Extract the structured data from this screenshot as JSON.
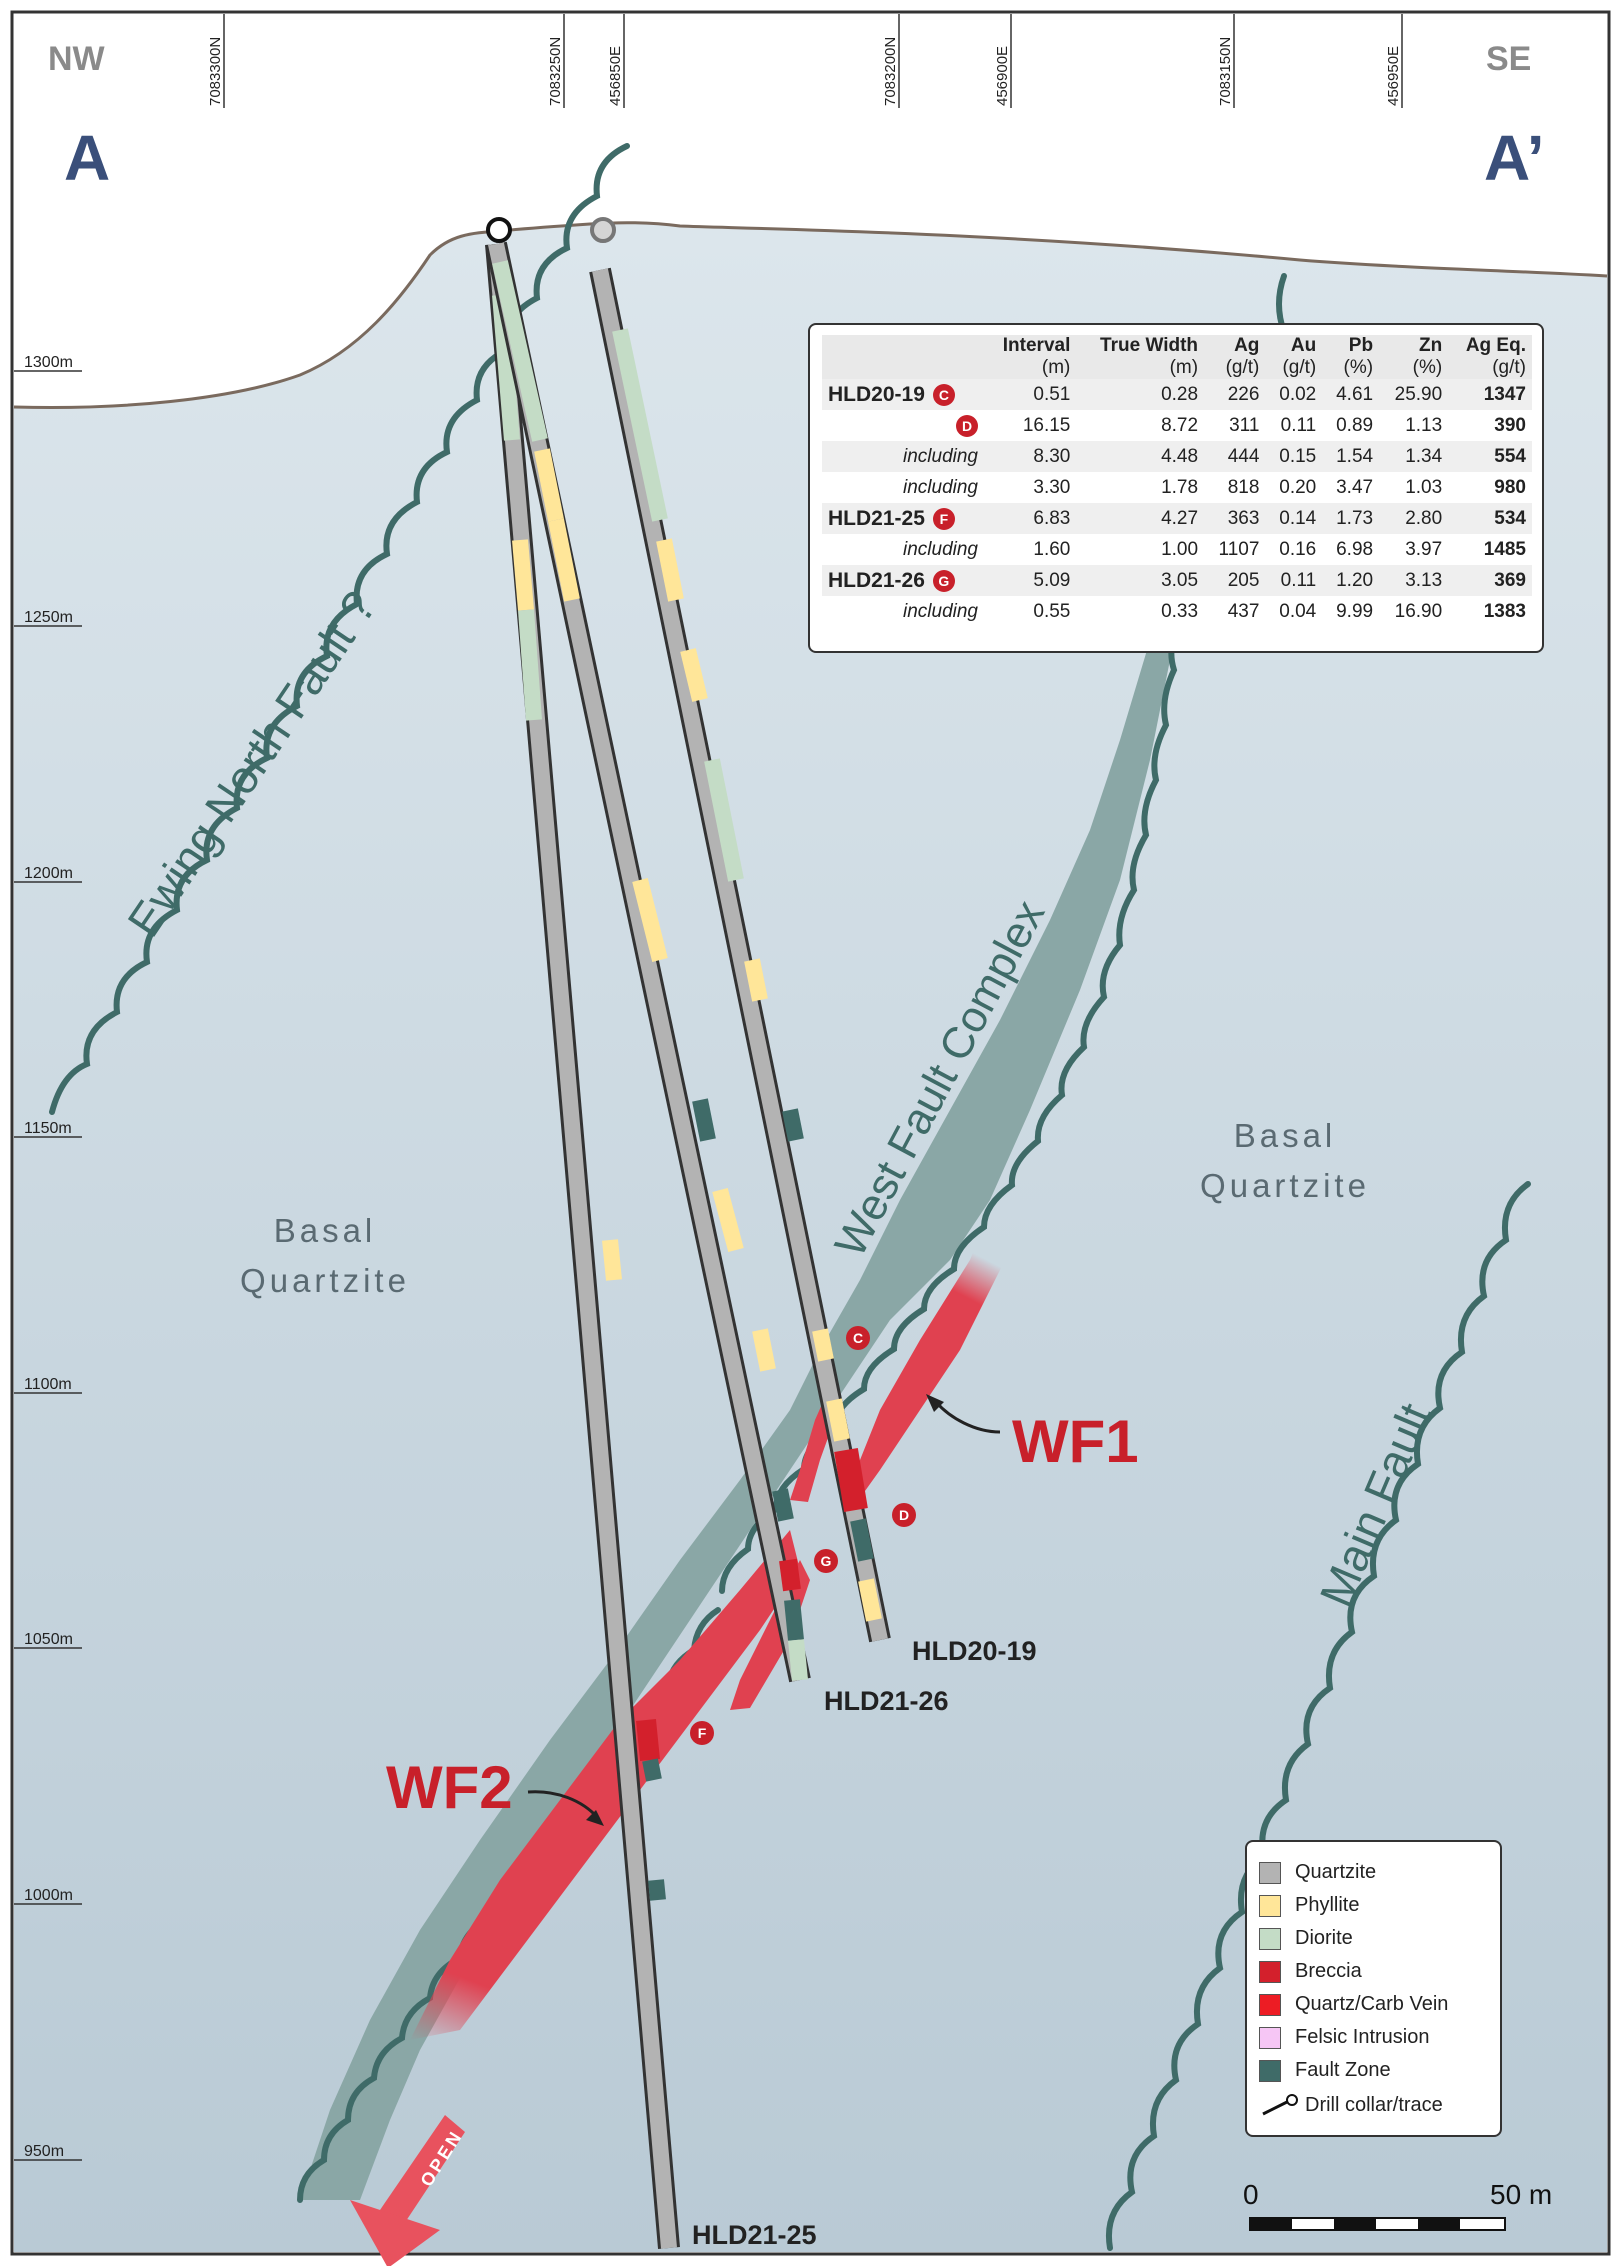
{
  "orientation": {
    "left": "NW",
    "right": "SE"
  },
  "section_ends": {
    "left": "A",
    "right": "A’"
  },
  "grid_labels": [
    "7083300N",
    "7083250N",
    "456850E",
    "7083200N",
    "456900E",
    "7083150N",
    "456950E"
  ],
  "elevations": [
    "1300m",
    "1250m",
    "1200m",
    "1150m",
    "1100m",
    "1050m",
    "1000m",
    "950m"
  ],
  "features": {
    "ewing_north_fault": "Ewing North Fault ?",
    "west_fault_complex": "West Fault Complex",
    "main_fault": "Main Fault",
    "basal_quartzite_line1": "Basal",
    "basal_quartzite_line2": "Quartzite",
    "wf1": "WF1",
    "wf2": "WF2",
    "open": "OPEN"
  },
  "holes": {
    "hld20_19": "HLD20-19",
    "hld21_26": "HLD21-26",
    "hld21_25": "HLD21-25"
  },
  "markers": {
    "c": "C",
    "d": "D",
    "f": "F",
    "g": "G"
  },
  "table": {
    "headers": [
      {
        "name": "Interval",
        "unit": "(m)"
      },
      {
        "name": "True Width",
        "unit": "(m)"
      },
      {
        "name": "Ag",
        "unit": "(g/t)"
      },
      {
        "name": "Au",
        "unit": "(g/t)"
      },
      {
        "name": "Pb",
        "unit": "(%)"
      },
      {
        "name": "Zn",
        "unit": "(%)"
      },
      {
        "name": "Ag Eq.",
        "unit": "(g/t)"
      }
    ],
    "rows": [
      {
        "hole": "HLD20-19",
        "badge": "C",
        "label": "",
        "values": [
          "0.51",
          "0.28",
          "226",
          "0.02",
          "4.61",
          "25.90",
          "1347"
        ]
      },
      {
        "hole": "",
        "badge": "D",
        "label": "",
        "values": [
          "16.15",
          "8.72",
          "311",
          "0.11",
          "0.89",
          "1.13",
          "390"
        ]
      },
      {
        "hole": "",
        "badge": "",
        "label": "including",
        "values": [
          "8.30",
          "4.48",
          "444",
          "0.15",
          "1.54",
          "1.34",
          "554"
        ]
      },
      {
        "hole": "",
        "badge": "",
        "label": "including",
        "values": [
          "3.30",
          "1.78",
          "818",
          "0.20",
          "3.47",
          "1.03",
          "980"
        ]
      },
      {
        "hole": "HLD21-25",
        "badge": "F",
        "label": "",
        "values": [
          "6.83",
          "4.27",
          "363",
          "0.14",
          "1.73",
          "2.80",
          "534"
        ]
      },
      {
        "hole": "",
        "badge": "",
        "label": "including",
        "values": [
          "1.60",
          "1.00",
          "1107",
          "0.16",
          "6.98",
          "3.97",
          "1485"
        ]
      },
      {
        "hole": "HLD21-26",
        "badge": "G",
        "label": "",
        "values": [
          "5.09",
          "3.05",
          "205",
          "0.11",
          "1.20",
          "3.13",
          "369"
        ]
      },
      {
        "hole": "",
        "badge": "",
        "label": "including",
        "values": [
          "0.55",
          "0.33",
          "437",
          "0.04",
          "9.99",
          "16.90",
          "1383"
        ]
      }
    ]
  },
  "legend": {
    "items": [
      {
        "label": "Quartzite",
        "color": "#b3b3b3"
      },
      {
        "label": "Phyllite",
        "color": "#ffe699"
      },
      {
        "label": "Diorite",
        "color": "#c4dcc6"
      },
      {
        "label": "Breccia",
        "color": "#d3202c"
      },
      {
        "label": "Quartz/Carb Vein",
        "color": "#ed1c24"
      },
      {
        "label": "Felsic Intrusion",
        "color": "#f6c6f5"
      },
      {
        "label": "Fault Zone",
        "color": "#3f6b68"
      }
    ],
    "collar": "Drill collar/trace"
  },
  "scale_bar": {
    "start": "0",
    "end": "50 m"
  },
  "colors": {
    "accent_blue": "#3a4f7a",
    "fault_teal": "#3f6b68",
    "red": "#c8202a",
    "fault_complex_fill": "#8aa7a6"
  }
}
